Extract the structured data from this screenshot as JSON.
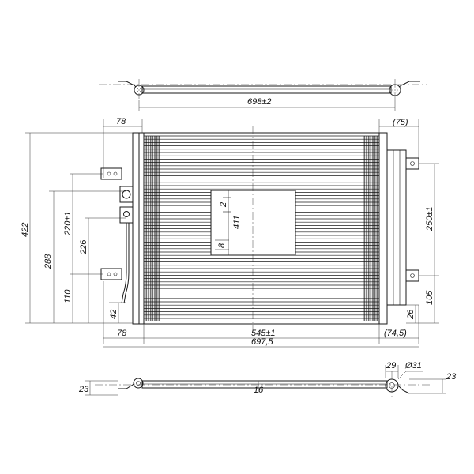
{
  "dims": {
    "top_width": "698±2",
    "left_bracket_offset": "78",
    "right_offset_top": "(75)",
    "height_total": "422",
    "height_288": "288",
    "height_220": "220±1",
    "height_226": "226",
    "height_110": "110",
    "height_42": "42",
    "center_2": "2",
    "center_411": "411",
    "center_8": "8",
    "right_250": "250±1",
    "right_105": "105",
    "right_26": "26",
    "bottom_78": "78",
    "core_width": "545±1",
    "overall_width": "697,5",
    "right_offset_bottom": "(74,5)",
    "bottom_29": "29",
    "bottom_dia": "Ø31",
    "bottom_23_left": "23",
    "bottom_16": "16",
    "bottom_23_right": "23"
  }
}
